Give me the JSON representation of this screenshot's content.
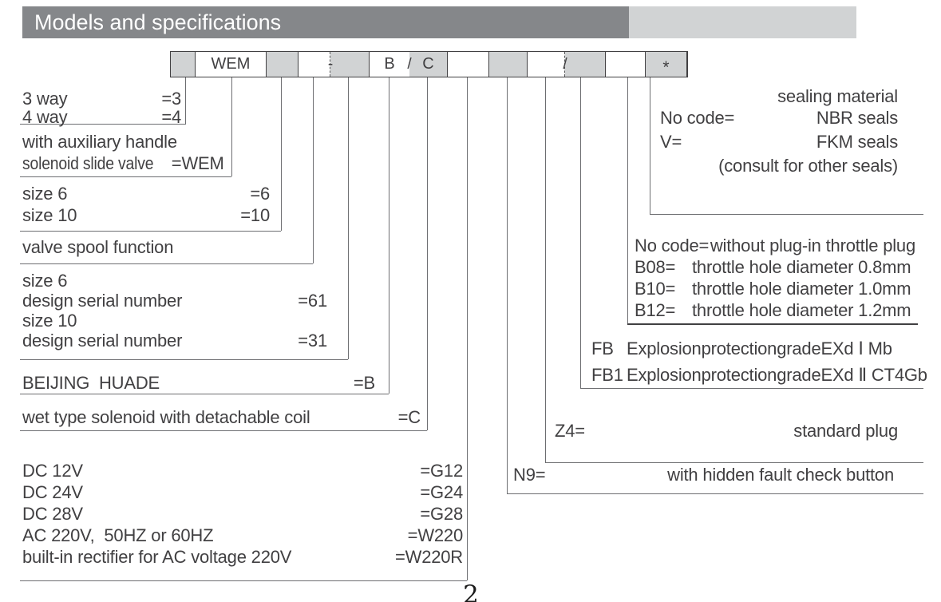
{
  "header": {
    "title": "Models and specifications"
  },
  "code_row": {
    "cells": [
      {
        "text": ""
      },
      {
        "text": "WEM"
      },
      {
        "text": ""
      },
      {
        "text": ""
      },
      {
        "text": ""
      },
      {
        "text": "B"
      },
      {
        "text": "C"
      },
      {
        "text": ""
      },
      {
        "text": ""
      },
      {
        "text": ""
      },
      {
        "text": ""
      },
      {
        "text": ""
      },
      {
        "text": "*"
      }
    ],
    "separator_dash": "-",
    "separator_slash_1": "/",
    "separator_slash_2": "/"
  },
  "sections_left": {
    "ways": {
      "rows": [
        {
          "label": "3 way",
          "code": "=3"
        },
        {
          "label": "4 way",
          "code": "=4"
        }
      ]
    },
    "handle": {
      "line1": "with auxiliary handle",
      "line2": "solenoid slide valve",
      "code": "=WEM"
    },
    "size": {
      "rows": [
        {
          "label": "size 6",
          "code": "=6"
        },
        {
          "label": "size 10",
          "code": "=10"
        }
      ]
    },
    "spool": {
      "label": "valve spool function"
    },
    "serial": {
      "rows": [
        {
          "label": "size 6",
          "code": ""
        },
        {
          "label": "design serial number",
          "code": "=61"
        },
        {
          "label": "size 10",
          "code": ""
        },
        {
          "label": "design serial number",
          "code": "=31"
        }
      ]
    },
    "brand": {
      "label": "BEIJING  HUADE",
      "code": "=B"
    },
    "coil": {
      "label": "wet type solenoid with detachable coil",
      "code": "=C"
    },
    "voltage": {
      "rows": [
        {
          "label": "DC 12V",
          "code": "=G12"
        },
        {
          "label": "DC 24V",
          "code": "=G24"
        },
        {
          "label": "DC 28V",
          "code": "=G28"
        },
        {
          "label": "AC 220V,  50HZ or 60HZ",
          "code": "=W220"
        },
        {
          "label": "built-in rectifier for AC voltage 220V",
          "code": "=W220R"
        }
      ]
    }
  },
  "sections_right": {
    "sealing": {
      "title": "sealing material",
      "rows": [
        {
          "code": "No code=",
          "label": "NBR seals"
        },
        {
          "code": "V=",
          "label": "FKM seals"
        }
      ],
      "note": "(consult for other seals)"
    },
    "throttle": {
      "rows": [
        {
          "code": "No code=",
          "label": "without plug-in throttle plug"
        },
        {
          "code": "B08=",
          "label": "throttle hole diameter 0.8mm"
        },
        {
          "code": "B10=",
          "label": "throttle hole diameter 1.0mm"
        },
        {
          "code": "B12=",
          "label": "throttle hole diameter 1.2mm"
        }
      ]
    },
    "explosion": {
      "rows": [
        {
          "code": "FB",
          "label": "ExplosionprotectiongradeEXd Ⅰ Mb"
        },
        {
          "code": "FB1",
          "label": "ExplosionprotectiongradeEXd Ⅱ CT4Gb"
        }
      ]
    },
    "plug": {
      "code": "Z4=",
      "label": "standard plug"
    },
    "fault": {
      "code": "N9=",
      "label": "with hidden fault check button"
    }
  },
  "page_number": "2"
}
